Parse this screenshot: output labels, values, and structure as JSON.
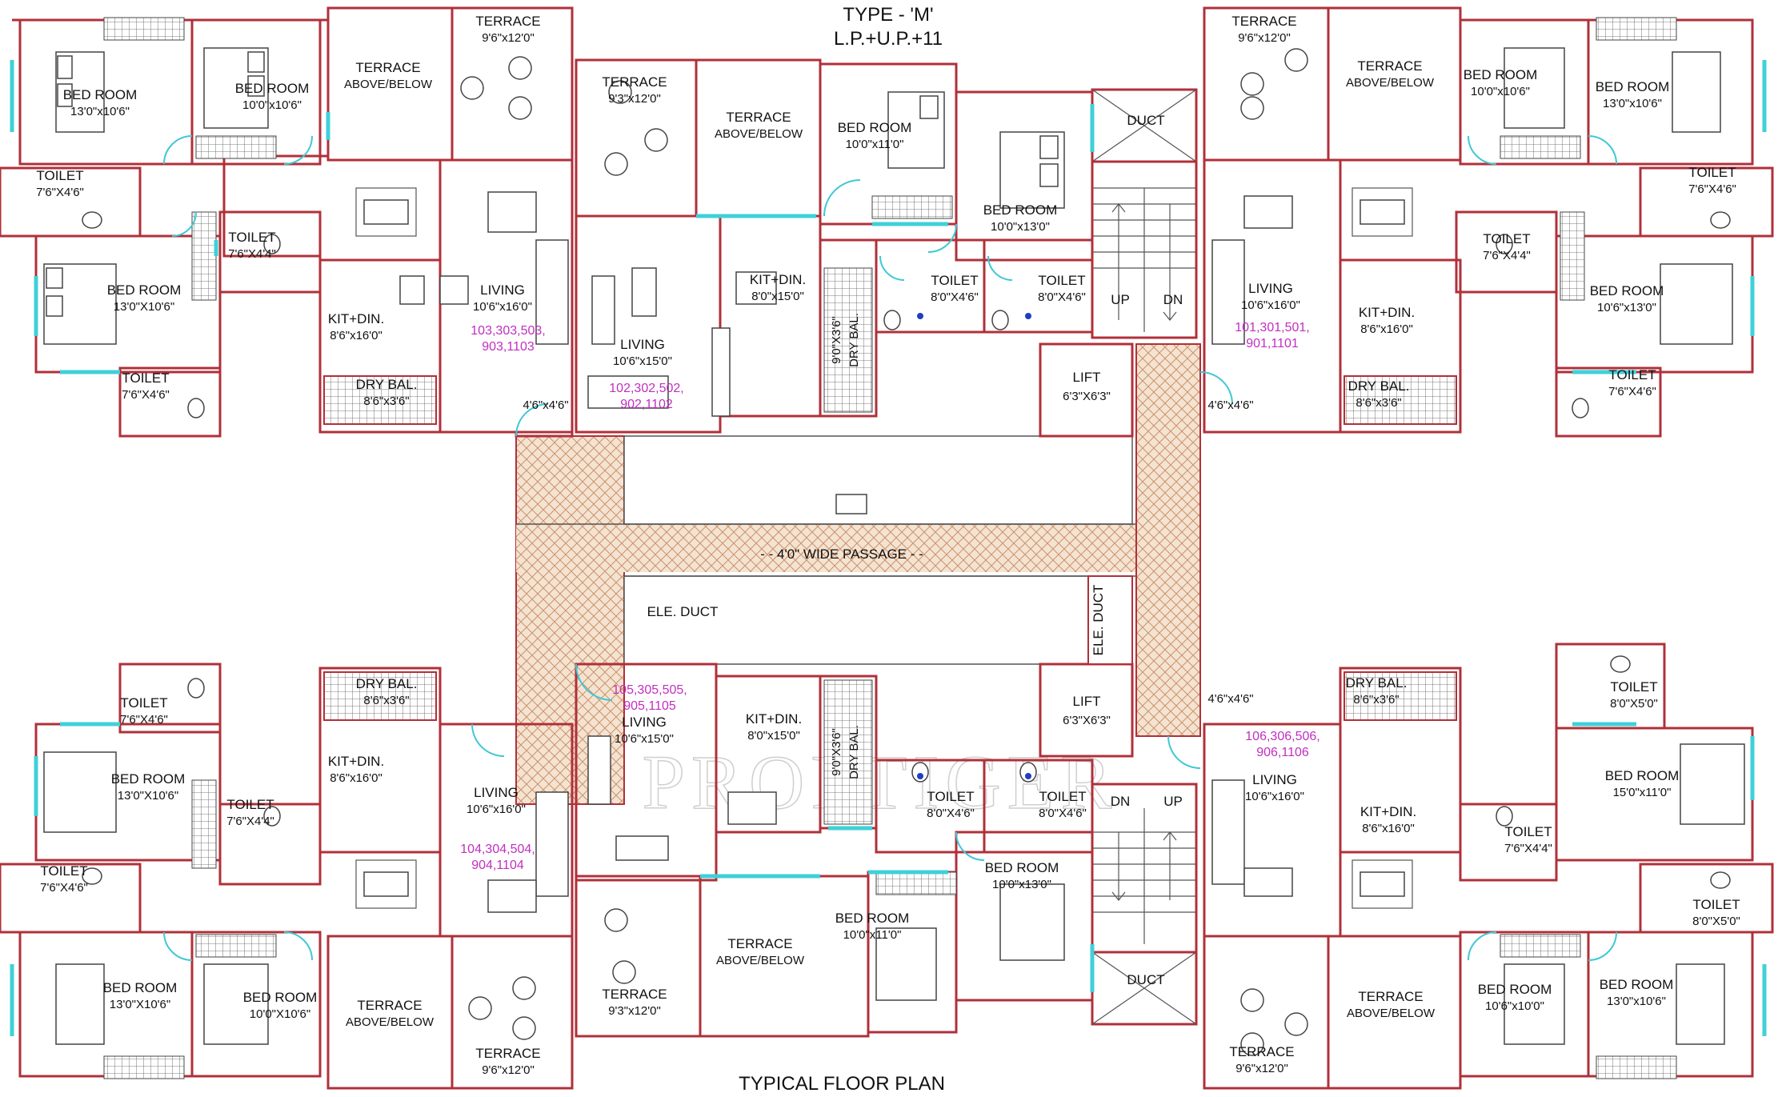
{
  "title": {
    "type": "TYPE - 'M'",
    "floors": "L.P.+U.P.+11"
  },
  "footer": "TYPICAL FLOOR PLAN",
  "watermark": "PROPTIGER",
  "passage": "- - 4'0\" WIDE PASSAGE - -",
  "duct_top": "DUCT",
  "duct_bottom": "DUCT",
  "ele_duct_h": "ELE. DUCT",
  "ele_duct_v": "ELE. DUCT",
  "lift_top": {
    "name": "LIFT",
    "size": "6'3\"X6'3\""
  },
  "lift_bottom": {
    "name": "LIFT",
    "size": "6'3\"X6'3\""
  },
  "stairs_top": {
    "up": "UP",
    "dn": "DN"
  },
  "stairs_bottom": {
    "dn": "DN",
    "up": "UP"
  },
  "lobby_top_left": "4'6\"x4'6\"",
  "lobby_top_right": "4'6\"x4'6\"",
  "lobby_bottom_right": "4'6\"x4'6\"",
  "rooms": [
    {
      "key": "tl_br1",
      "name": "BED ROOM",
      "size": "13'0\"x10'6\""
    },
    {
      "key": "tl_br2",
      "name": "BED ROOM",
      "size": "10'0\"x10'6\""
    },
    {
      "key": "tl_terr1",
      "name": "TERRACE",
      "size": "ABOVE/BELOW"
    },
    {
      "key": "tl_terr2",
      "name": "TERRACE",
      "size": "9'6\"x12'0\""
    },
    {
      "key": "tl_toilet1",
      "name": "TOILET",
      "size": "7'6\"X4'6\""
    },
    {
      "key": "tl_toilet2",
      "name": "TOILET",
      "size": "7'6\"X4'4\""
    },
    {
      "key": "tl_br3",
      "name": "BED ROOM",
      "size": "13'0\"X10'6\""
    },
    {
      "key": "tl_kit",
      "name": "KIT+DIN.",
      "size": "8'6\"x16'0\""
    },
    {
      "key": "tl_liv",
      "name": "LIVING",
      "size": "10'6\"x16'0\""
    },
    {
      "key": "tl_toilet3",
      "name": "TOILET",
      "size": "7'6\"X4'6\""
    },
    {
      "key": "tl_dry",
      "name": "DRY BAL.",
      "size": "8'6\"x3'6\""
    },
    {
      "key": "tc_terr1",
      "name": "TERRACE",
      "size": "9'3\"x12'0\""
    },
    {
      "key": "tc_terr2",
      "name": "TERRACE",
      "size": "ABOVE/BELOW"
    },
    {
      "key": "tc_br1",
      "name": "BED ROOM",
      "size": "10'0\"x11'0\""
    },
    {
      "key": "tc_br2",
      "name": "BED ROOM",
      "size": "10'0\"x13'0\""
    },
    {
      "key": "tc_kit",
      "name": "KIT+DIN.",
      "size": "8'0\"x15'0\""
    },
    {
      "key": "tc_liv",
      "name": "LIVING",
      "size": "10'6\"x15'0\""
    },
    {
      "key": "tc_toilet1",
      "name": "TOILET",
      "size": "8'0\"X4'6\""
    },
    {
      "key": "tc_toilet2",
      "name": "TOILET",
      "size": "8'0\"X4'6\""
    },
    {
      "key": "tr_terr1",
      "name": "TERRACE",
      "size": "9'6\"x12'0\""
    },
    {
      "key": "tr_terr2",
      "name": "TERRACE",
      "size": "ABOVE/BELOW"
    },
    {
      "key": "tr_br1",
      "name": "BED ROOM",
      "size": "10'0\"x10'6\""
    },
    {
      "key": "tr_br2",
      "name": "BED ROOM",
      "size": "13'0\"x10'6\""
    },
    {
      "key": "tr_toilet1",
      "name": "TOILET",
      "size": "7'6\"X4'6\""
    },
    {
      "key": "tr_toilet2",
      "name": "TOILET",
      "size": "7'6\"X4'4\""
    },
    {
      "key": "tr_liv",
      "name": "LIVING",
      "size": "10'6\"x16'0\""
    },
    {
      "key": "tr_kit",
      "name": "KIT+DIN.",
      "size": "8'6\"x16'0\""
    },
    {
      "key": "tr_br3",
      "name": "BED ROOM",
      "size": "10'6\"x13'0\""
    },
    {
      "key": "tr_toilet3",
      "name": "TOILET",
      "size": "7'6\"X4'6\""
    },
    {
      "key": "tr_dry",
      "name": "DRY BAL.",
      "size": "8'6\"x3'6\""
    },
    {
      "key": "bl_toilet1",
      "name": "TOILET",
      "size": "7'6\"X4'6\""
    },
    {
      "key": "bl_dry",
      "name": "DRY BAL.",
      "size": "8'6\"x3'6\""
    },
    {
      "key": "bl_br1",
      "name": "BED ROOM",
      "size": "13'0\"X10'6\""
    },
    {
      "key": "bl_kit",
      "name": "KIT+DIN.",
      "size": "8'6\"x16'0\""
    },
    {
      "key": "bl_liv",
      "name": "LIVING",
      "size": "10'6\"x16'0\""
    },
    {
      "key": "bl_toilet2",
      "name": "TOILET",
      "size": "7'6\"X4'4\""
    },
    {
      "key": "bl_toilet3",
      "name": "TOILET",
      "size": "7'6\"X4'6\""
    },
    {
      "key": "bl_br2",
      "name": "BED ROOM",
      "size": "13'0\"X10'6\""
    },
    {
      "key": "bl_br3",
      "name": "BED ROOM",
      "size": "10'0\"X10'6\""
    },
    {
      "key": "bl_terr1",
      "name": "TERRACE",
      "size": "ABOVE/BELOW"
    },
    {
      "key": "bl_terr2",
      "name": "TERRACE",
      "size": "9'6\"x12'0\""
    },
    {
      "key": "bc_liv",
      "name": "LIVING",
      "size": "10'6\"x15'0\""
    },
    {
      "key": "bc_kit",
      "name": "KIT+DIN.",
      "size": "8'0\"x15'0\""
    },
    {
      "key": "bc_toilet1",
      "name": "TOILET",
      "size": "8'0\"X4'6\""
    },
    {
      "key": "bc_toilet2",
      "name": "TOILET",
      "size": "8'0\"X4'6\""
    },
    {
      "key": "bc_br1",
      "name": "BED ROOM",
      "size": "10'0\"x11'0\""
    },
    {
      "key": "bc_br2",
      "name": "BED ROOM",
      "size": "10'0\"x13'0\""
    },
    {
      "key": "bc_terr1",
      "name": "TERRACE",
      "size": "9'3\"x12'0\""
    },
    {
      "key": "bc_terr2",
      "name": "TERRACE",
      "size": "ABOVE/BELOW"
    },
    {
      "key": "br_dry",
      "name": "DRY BAL.",
      "size": "8'6\"x3'6\""
    },
    {
      "key": "br_toilet1",
      "name": "TOILET",
      "size": "8'0\"X5'0\""
    },
    {
      "key": "br_liv",
      "name": "LIVING",
      "size": "10'6\"x16'0\""
    },
    {
      "key": "br_kit",
      "name": "KIT+DIN.",
      "size": "8'6\"x16'0\""
    },
    {
      "key": "br_br1",
      "name": "BED ROOM",
      "size": "15'0\"x11'0\""
    },
    {
      "key": "br_toilet2",
      "name": "TOILET",
      "size": "7'6\"X4'4\""
    },
    {
      "key": "br_toilet3",
      "name": "TOILET",
      "size": "8'0\"X5'0\""
    },
    {
      "key": "br_br2",
      "name": "BED ROOM",
      "size": "10'6\"x10'0\""
    },
    {
      "key": "br_br3",
      "name": "BED ROOM",
      "size": "13'0\"x10'6\""
    },
    {
      "key": "br_terr1",
      "name": "TERRACE",
      "size": "9'6\"x12'0\""
    },
    {
      "key": "br_terr2",
      "name": "TERRACE",
      "size": "ABOVE/BELOW"
    }
  ],
  "vertical_labels": [
    {
      "key": "tc_dry",
      "a": "9'0\"X3'6\"",
      "b": "DRY BAL."
    },
    {
      "key": "bc_dry",
      "a": "9'0\"X3'6\"",
      "b": "DRY BAL."
    }
  ],
  "units": [
    {
      "key": "u_tl",
      "l1": "103,303,503,",
      "l2": "903,1103"
    },
    {
      "key": "u_tc",
      "l1": "102,302,502,",
      "l2": "902,1102"
    },
    {
      "key": "u_tr",
      "l1": "101,301,501,",
      "l2": "901,1101"
    },
    {
      "key": "u_bc",
      "l1": "105,305,505,",
      "l2": "905,1105"
    },
    {
      "key": "u_bl",
      "l1": "104,304,504,",
      "l2": "904,1104"
    },
    {
      "key": "u_br",
      "l1": "106,306,506,",
      "l2": "906,1106"
    }
  ]
}
